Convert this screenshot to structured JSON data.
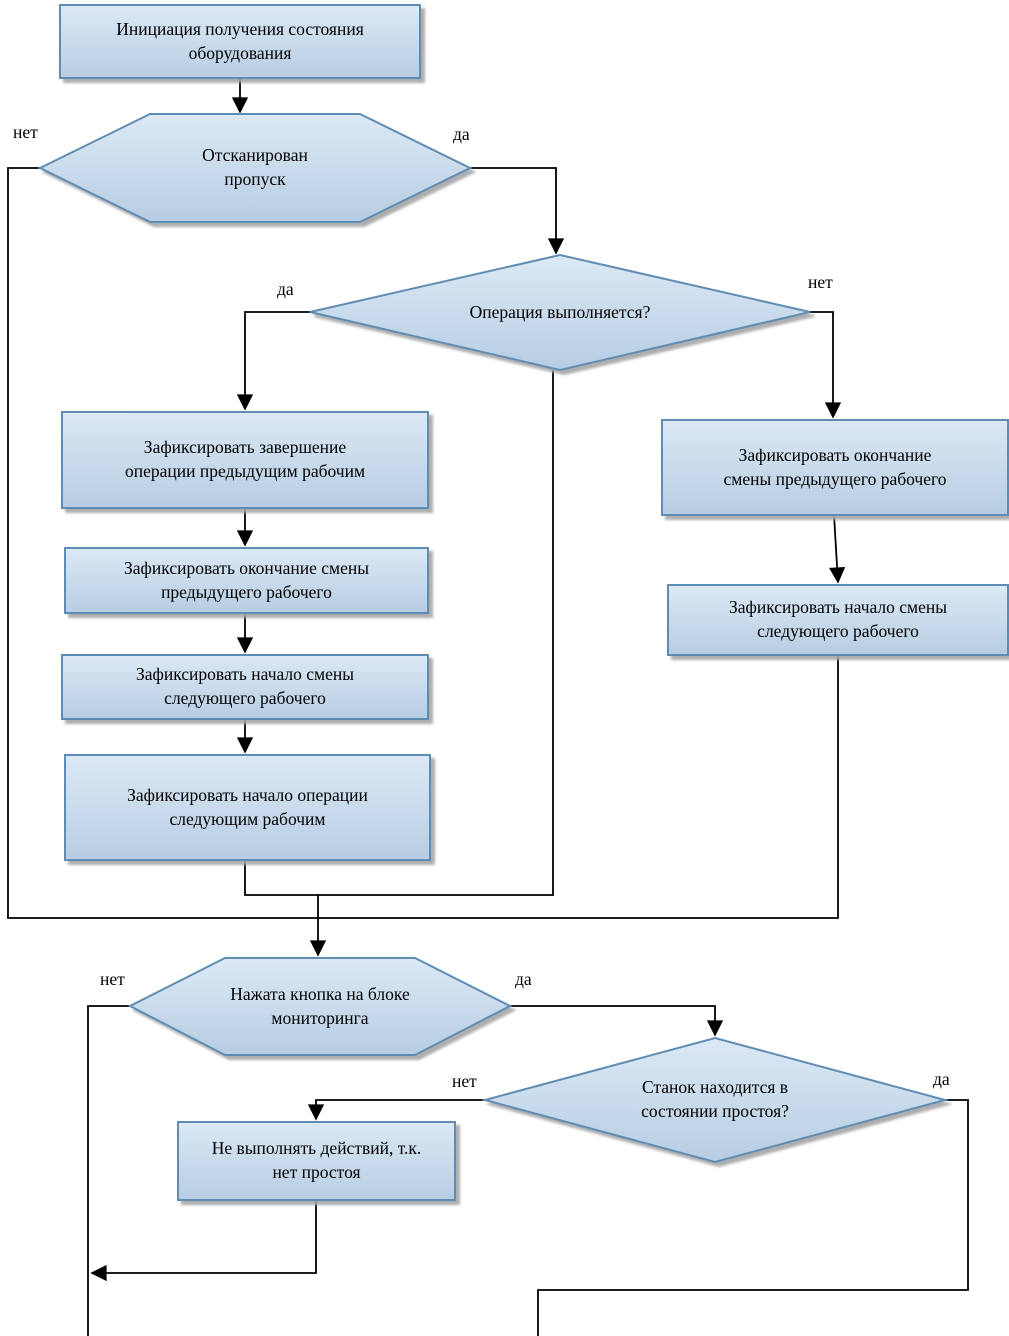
{
  "diagram": {
    "type": "flowchart",
    "language": "ru",
    "nodes": {
      "start": {
        "type": "process",
        "label": "Инициация получения состояния оборудования"
      },
      "scan_pass": {
        "type": "decision",
        "label": "Отсканирован пропуск"
      },
      "op_running": {
        "type": "decision",
        "label": "Операция выполняется?"
      },
      "fix_op_end": {
        "type": "process",
        "label": "Зафиксировать завершение операции предыдущим рабочим"
      },
      "fix_shift_end_left": {
        "type": "process",
        "label": "Зафиксировать окончание смены предыдущего рабочего"
      },
      "fix_shift_start_left": {
        "type": "process",
        "label": "Зафиксировать начало смены следующего рабочего"
      },
      "fix_op_start": {
        "type": "process",
        "label": "Зафиксировать начало операции следующим рабочим"
      },
      "fix_shift_end_right": {
        "type": "process",
        "label": "Зафиксировать окончание смены предыдущего рабочего"
      },
      "fix_shift_start_right": {
        "type": "process",
        "label": "Зафиксировать начало смены следующего рабочего"
      },
      "button_pressed": {
        "type": "decision",
        "label": "Нажата кнопка на блоке мониторинга"
      },
      "machine_idle": {
        "type": "decision",
        "label": "Станок находится в состоянии простоя?"
      },
      "no_action": {
        "type": "process",
        "label": "Не выполнять действий, т.к. нет простоя"
      }
    },
    "edge_labels": {
      "scan_no": "нет",
      "scan_yes": "да",
      "op_yes": "да",
      "op_no": "нет",
      "btn_no": "нет",
      "btn_yes": "да",
      "idle_no": "нет",
      "idle_yes": "да"
    },
    "colors": {
      "node_fill_top": "#dce9f5",
      "node_fill_bottom": "#b7cde3",
      "node_border": "#5f8cb3",
      "line": "#000000",
      "shadow": "#a6a6a6"
    }
  }
}
